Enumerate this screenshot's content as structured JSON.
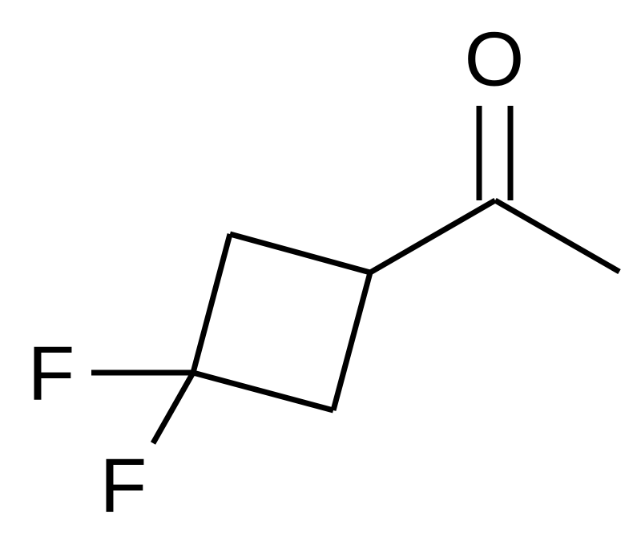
{
  "atoms": {
    "oxygen": "O",
    "fluorine_1": "F",
    "fluorine_2": "F"
  },
  "colors": {
    "background": "#ffffff",
    "ink": "#000000"
  }
}
